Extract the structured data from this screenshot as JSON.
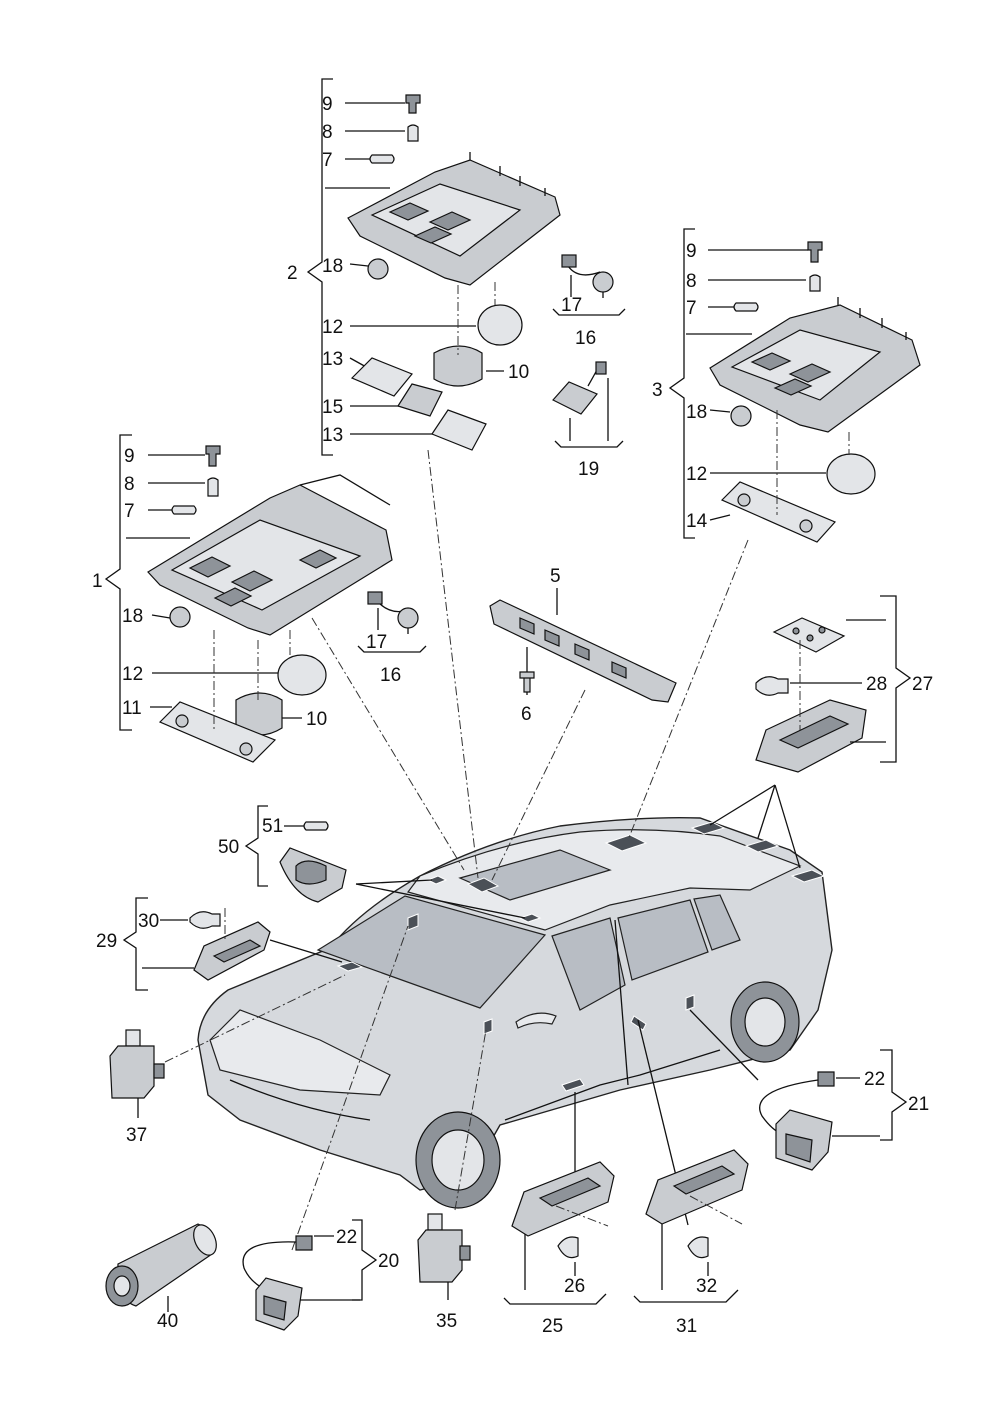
{
  "labels": {
    "g2_9": "9",
    "g2_8": "8",
    "g2_7": "7",
    "g2_2": "2",
    "g2_18": "18",
    "g2_12": "12",
    "g2_13a": "13",
    "g2_15": "15",
    "g2_13b": "13",
    "g2_10": "10",
    "g2_17": "17",
    "g2_16": "16",
    "g2_19": "19",
    "g3_9": "9",
    "g3_8": "8",
    "g3_7": "7",
    "g3_3": "3",
    "g3_18": "18",
    "g3_12": "12",
    "g3_14": "14",
    "g1_9": "9",
    "g1_8": "8",
    "g1_7": "7",
    "g1_1": "1",
    "g1_18": "18",
    "g1_12": "12",
    "g1_11": "11",
    "g1_10": "10",
    "g1_17": "17",
    "g1_16": "16",
    "p5": "5",
    "p6": "6",
    "p28": "28",
    "p27": "27",
    "p51": "51",
    "p50": "50",
    "p30": "30",
    "p29": "29",
    "p37": "37",
    "p22a": "22",
    "p21": "21",
    "p22b": "22",
    "p20": "20",
    "p40": "40",
    "p35": "35",
    "p26": "26",
    "p25": "25",
    "p32": "32",
    "p31": "31"
  }
}
